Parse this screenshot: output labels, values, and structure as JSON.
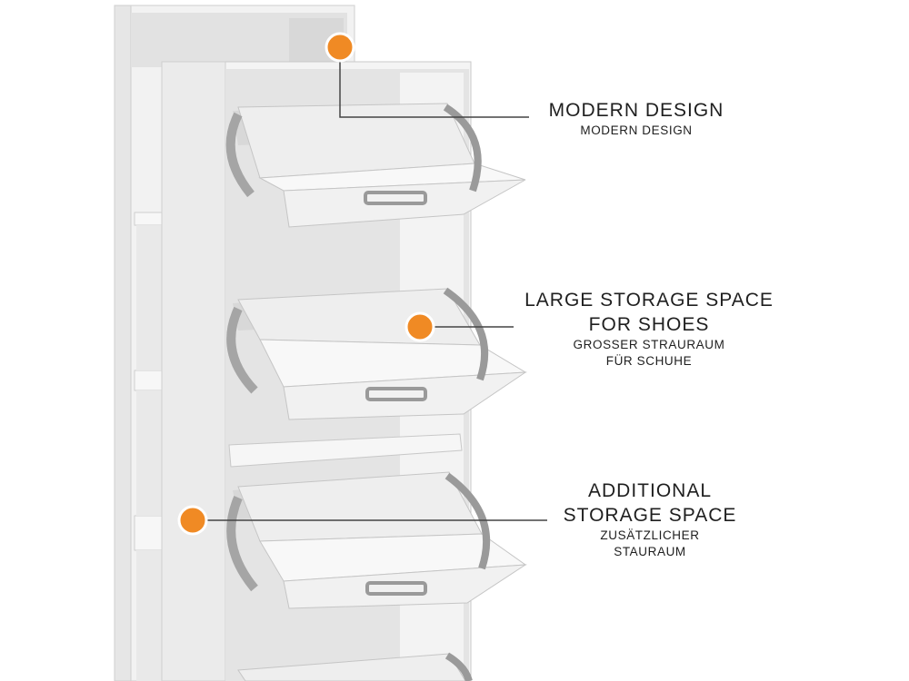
{
  "callouts": [
    {
      "title_lines": [
        "MODERN DESIGN"
      ],
      "subtitle_lines": [
        "MODERN DESIGN"
      ]
    },
    {
      "title_lines": [
        "LARGE STORAGE SPACE",
        "FOR SHOES"
      ],
      "subtitle_lines": [
        "GROSSER STRAURAUM",
        "FÜR SCHUHE"
      ]
    },
    {
      "title_lines": [
        "ADDITIONAL",
        "STORAGE SPACE"
      ],
      "subtitle_lines": [
        "ZUSÄTZLICHER",
        "STAURAUM"
      ]
    }
  ],
  "colors": {
    "background": "#ffffff",
    "cabinet_face": "#efefef",
    "cabinet_shadow": "#d9d9d9",
    "cabinet_edge": "#c8c8c8",
    "hinge": "#9a9a9a",
    "marker": "#f08a24",
    "leader_line": "#444444"
  },
  "icons": [
    "hotspot-marker-icon",
    "flip-drawer-handle-icon"
  ]
}
